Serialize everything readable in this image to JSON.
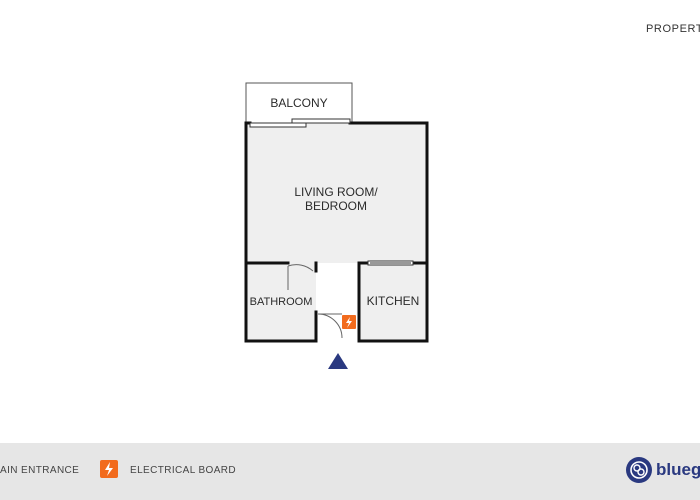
{
  "header": {
    "corner_label": "PROPERTY"
  },
  "rooms": {
    "balcony": "BALCONY",
    "living_line1": "LIVING ROOM/",
    "living_line2": "BEDROOM",
    "bathroom": "BATHROOM",
    "kitchen": "KITCHEN"
  },
  "legend": {
    "main_entrance": "AIN ENTRANCE",
    "electrical_board": "ELECTRICAL BOARD"
  },
  "brand": {
    "name": "blueg"
  },
  "colors": {
    "wall": "#111111",
    "floor": "#efefef",
    "entrance_marker": "#2a3980",
    "electrical": "#f26b1d",
    "legend_bg": "#e6e6e6"
  },
  "icons": {
    "entrance": "triangle-up-icon",
    "electrical": "lightning-icon",
    "brand": "brand-logo-icon"
  }
}
